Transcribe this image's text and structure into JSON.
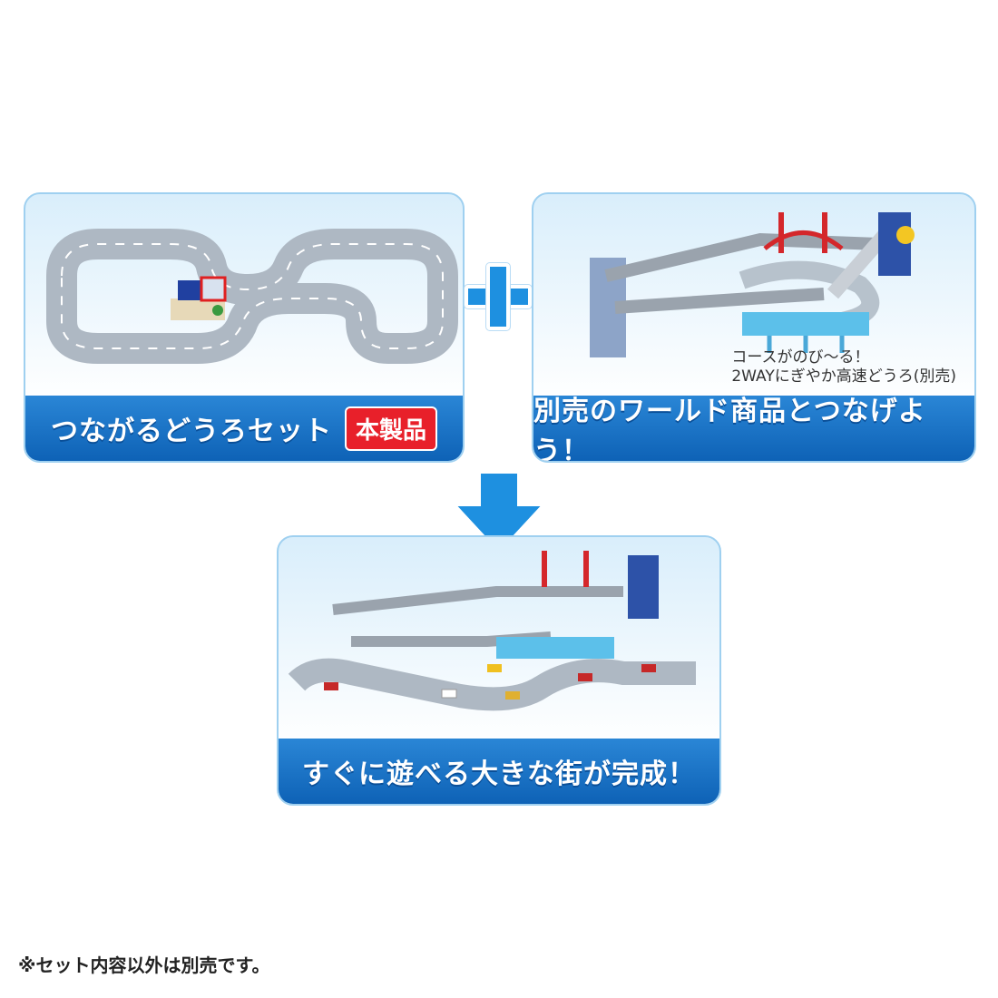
{
  "panels": {
    "left": {
      "title": "つながるどうろセット",
      "badge": "本製品"
    },
    "right": {
      "title": "別売のワールド商品とつなげよう！",
      "caption_line1": "コースがのび〜る！",
      "caption_line2": "2WAYにぎやか高速どうろ(別売)"
    },
    "bottom": {
      "title": "すぐに遊べる大きな街が完成！"
    }
  },
  "footnote": "※セット内容以外は別売です。",
  "colors": {
    "accent": "#1e90e0",
    "footer": "#0e62b6",
    "badge": "#e8202a"
  },
  "icons": {
    "plus": "plus-icon",
    "arrow": "arrow-down-icon"
  }
}
